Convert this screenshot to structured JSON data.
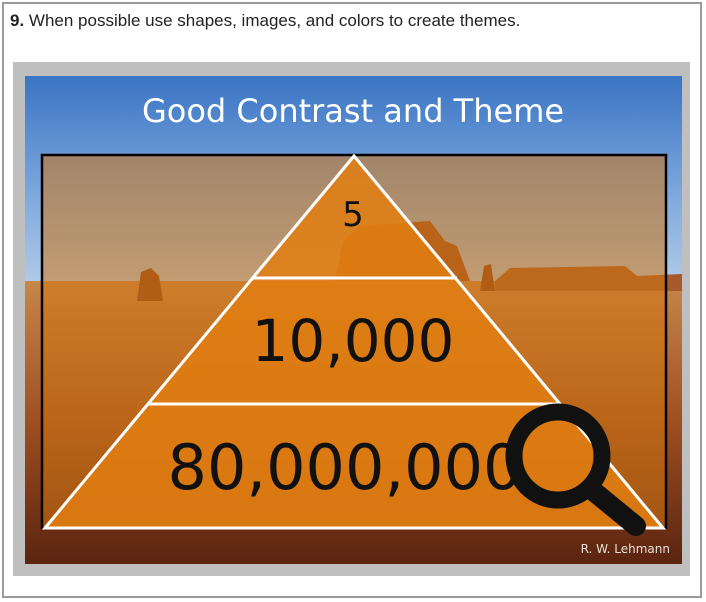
{
  "header": {
    "number": "9.",
    "text": "When possible use shapes, images, and colors to create themes."
  },
  "slide": {
    "title": "Good Contrast and Theme",
    "pyramid": {
      "top": "5",
      "middle": "10,000",
      "bottom": "80,000,000"
    },
    "credit": "R. W. Lehmann"
  },
  "colors": {
    "sky_top": "#3a78c8",
    "sky_bottom": "#a9c8ea",
    "desert": "#b8642a",
    "overlay": "#e07d12",
    "pyramid_line": "#ffffff",
    "frame": "#bfbfbf"
  },
  "icons": {
    "magnifier": "magnifying-glass-icon"
  }
}
